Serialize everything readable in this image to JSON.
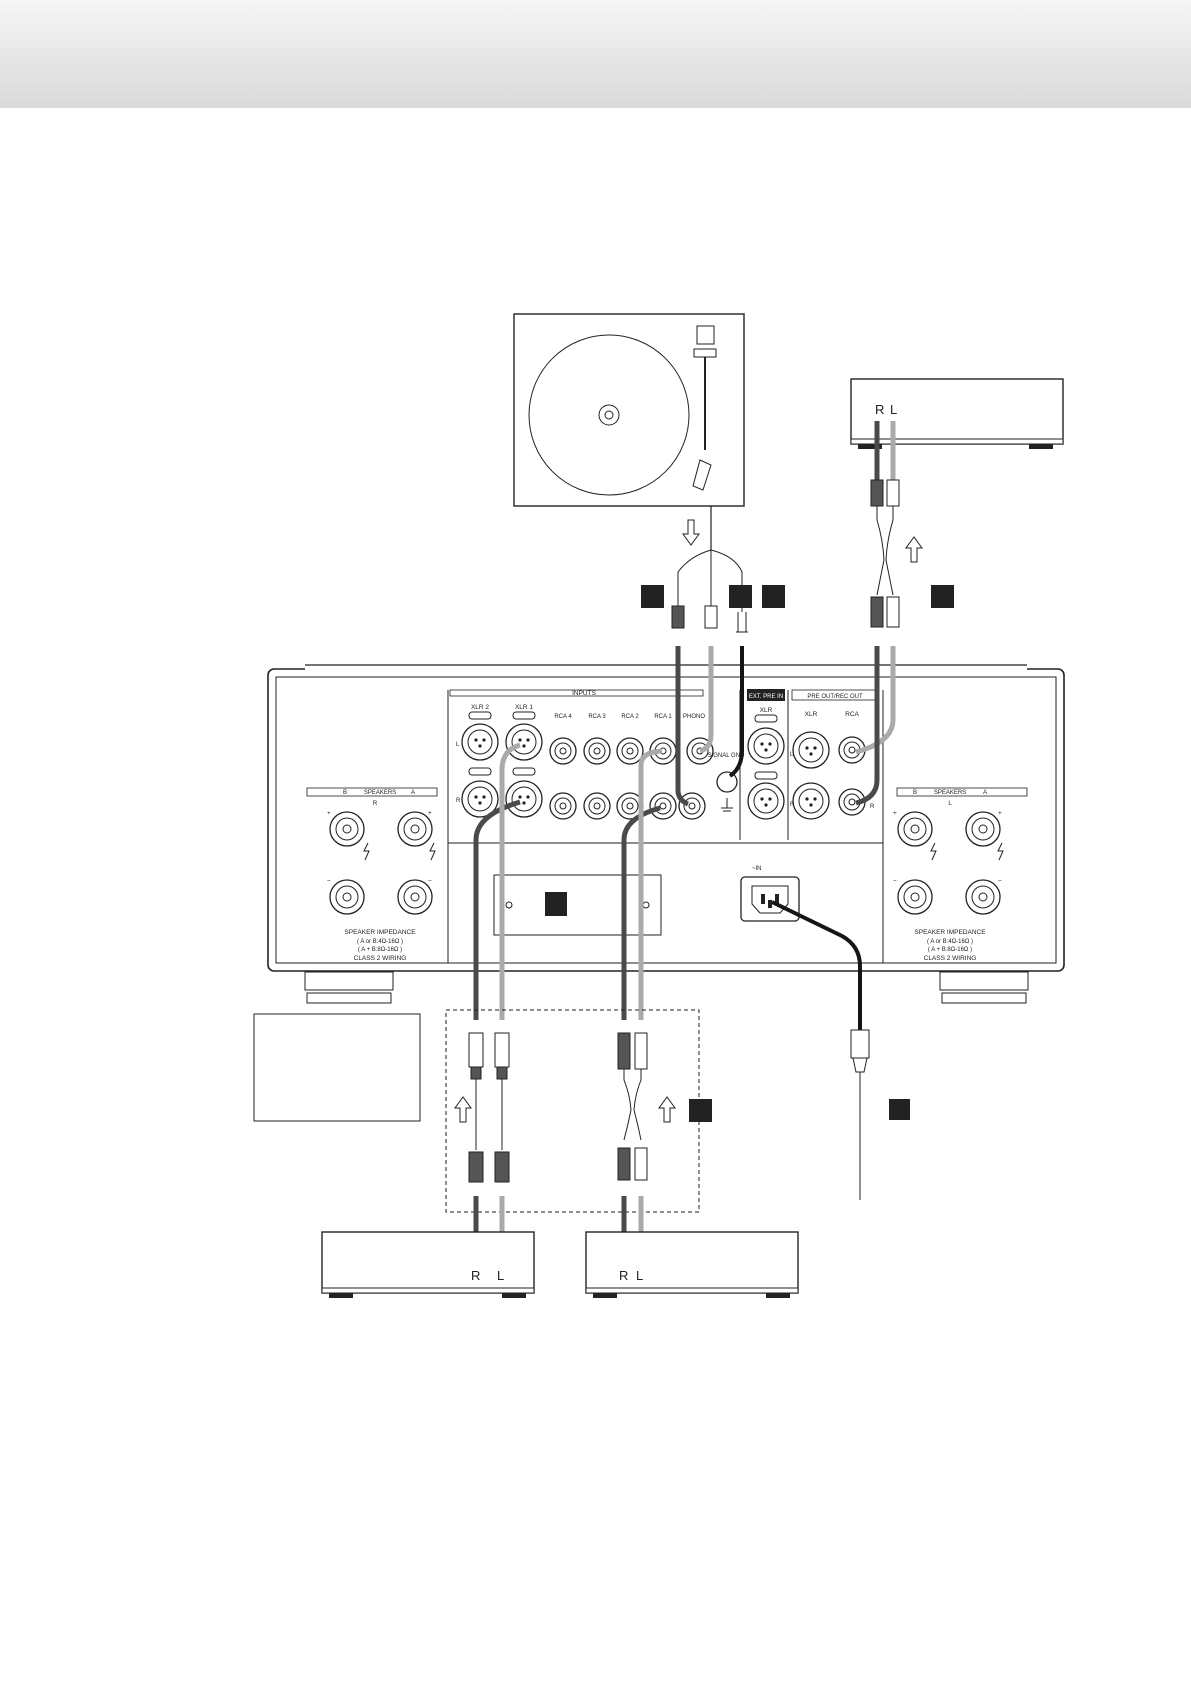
{
  "inputs_label": "INPUTS",
  "ext_pre_in_label": "EXT. PRE IN",
  "pre_out_label": "PRE OUT/REC OUT",
  "xlr2_label": "XLR 2",
  "xlr1_label": "XLR 1",
  "xlr_label": "XLR",
  "rca_label": "RCA",
  "rca4_label": "RCA 4",
  "rca3_label": "RCA 3",
  "rca2_label": "RCA 2",
  "rca1_label": "RCA 1",
  "phono_label": "PHONO",
  "signal_gnd_label": "SIGNAL GND",
  "ac_in_label": "~IN",
  "ch_l": "L",
  "ch_r": "R",
  "plus": "+",
  "minus": "−",
  "speakers_label": "SPEAKERS",
  "spk_b": "B",
  "spk_a": "A",
  "impedance_title": "SPEAKER IMPEDANCE",
  "impedance_line1": "( A or B:4Ω-16Ω )",
  "impedance_line2": "( A + B:8Ω-16Ω )",
  "class2_label": "CLASS 2 WIRING",
  "device_r": "R",
  "device_l": "L"
}
